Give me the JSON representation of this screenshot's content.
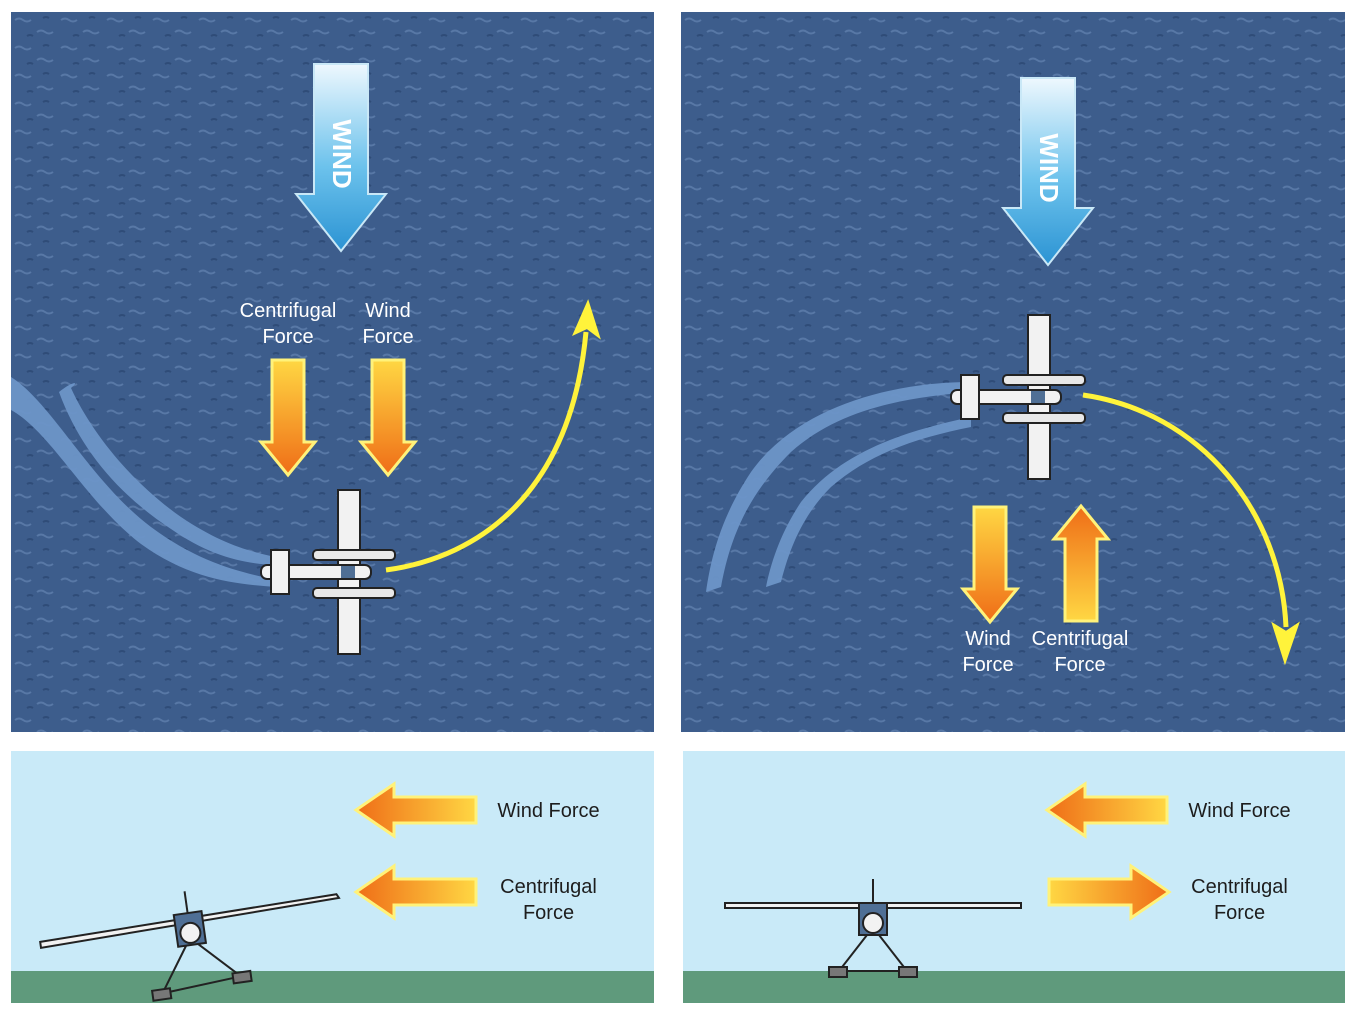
{
  "colors": {
    "water": "#3d5d8c",
    "sky": "#c9eaf8",
    "ground": "#5f9a7c",
    "wind_arrow_top": "#e9f6fd",
    "wind_arrow_bottom": "#2f9ad6",
    "force_arrow_light": "#ffd743",
    "force_arrow_dark": "#f07a1a",
    "turn_path": "#fff33b",
    "wake": "#6d95c8"
  },
  "top_left": {
    "wind_arrow_label": "WIND",
    "centrifugal_label": "Centrifugal\nForce",
    "wind_force_label": "Wind\nForce"
  },
  "top_right": {
    "wind_arrow_label": "WIND",
    "wind_force_label": "Wind\nForce",
    "centrifugal_label": "Centrifugal\nForce"
  },
  "bottom_left": {
    "wind_force_label": "Wind Force",
    "centrifugal_label": "Centrifugal\nForce"
  },
  "bottom_right": {
    "wind_force_label": "Wind Force",
    "centrifugal_label": "Centrifugal\nForce"
  }
}
